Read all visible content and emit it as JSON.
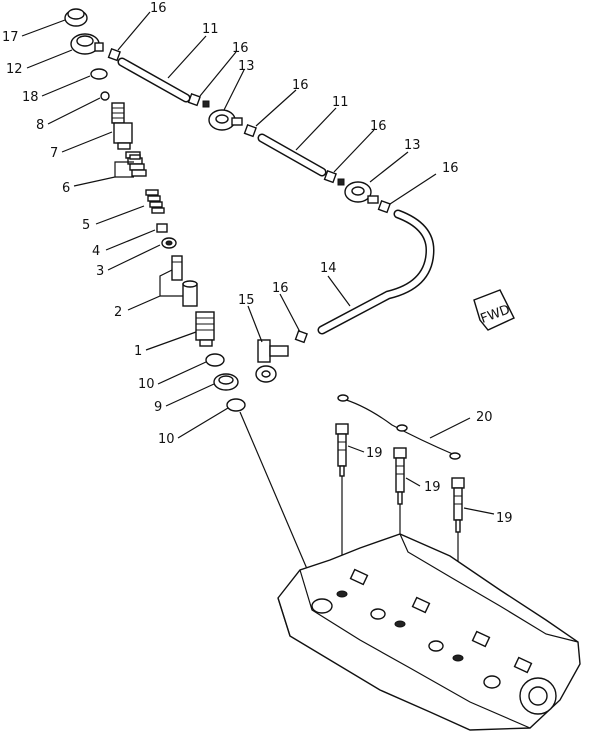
{
  "callouts": {
    "c1": "1",
    "c2": "2",
    "c3": "3",
    "c4": "4",
    "c5": "5",
    "c6": "6",
    "c7": "7",
    "c8": "8",
    "c9": "9",
    "c10a": "10",
    "c10b": "10",
    "c11a": "11",
    "c11b": "11",
    "c12": "12",
    "c13a": "13",
    "c13b": "13",
    "c14": "14",
    "c15": "15",
    "c16a": "16",
    "c16b": "16",
    "c16c": "16",
    "c16d": "16",
    "c16e": "16",
    "c16f": "16",
    "c17": "17",
    "c18": "18",
    "c19a": "19",
    "c19b": "19",
    "c19c": "19",
    "c20": "20"
  },
  "direction_marker": "FWD"
}
